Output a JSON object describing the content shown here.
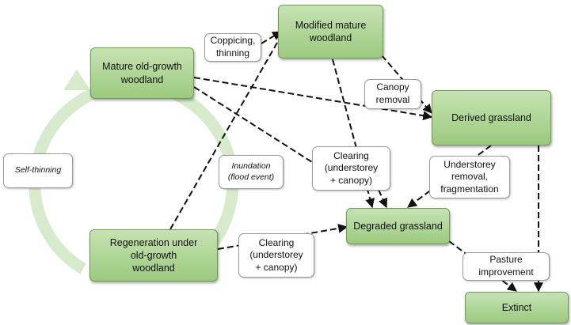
{
  "states": {
    "mature_old_growth": "Mature old-growth\nwoodland",
    "modified_mature": "Modified mature\nwoodland",
    "derived_grassland": "Derived grassland",
    "degraded_grassland": "Degraded grassland",
    "regeneration": "Regeneration under\nold-growth\nwoodland",
    "extinct": "Extinct"
  },
  "transitions": {
    "self_thinning": "Self-thinning",
    "coppicing": "Coppicing,\nthinning",
    "canopy_removal": "Canopy\nremoval",
    "inundation": "Inundation\n(flood event)",
    "clearing_top": "Clearing\n(understorey\n+ canopy)",
    "understorey_removal": "Understorey\nremoval,\nfragmentation",
    "clearing_bottom": "Clearing\n(understorey\n+ canopy)",
    "pasture_improvement": "Pasture\nimprovement"
  },
  "colors": {
    "state_fill_top": "#c6e3b3",
    "state_fill_bottom": "#9cc97f",
    "state_border": "#6f9c54",
    "cycle_arrow": "#d3e8c6",
    "edge": "#111111"
  }
}
